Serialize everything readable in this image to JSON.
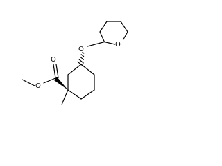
{
  "molecule": {
    "atoms": {
      "ester_carbonyl_oxygen": "O",
      "ester_single_oxygen": "O",
      "ether_oxygen": "O",
      "ring_oxygen": "O"
    },
    "colors": {
      "bond": "#000000",
      "label": "#000000",
      "background": "#ffffff"
    }
  }
}
